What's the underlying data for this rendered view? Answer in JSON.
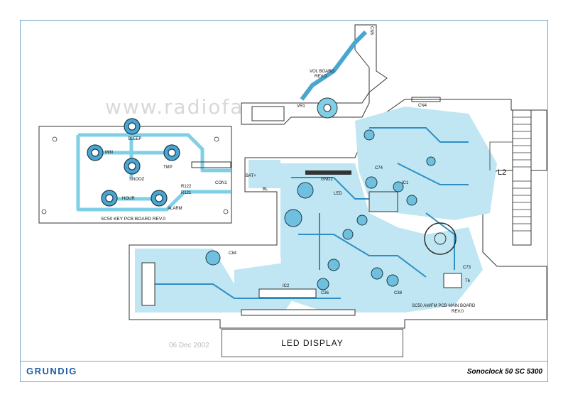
{
  "footer": {
    "brand": "GRUNDIG",
    "model": "Sonoclock 50 SC 5300"
  },
  "watermark": "www.radiofans.cn",
  "date_stamp": "06 Dec 2002",
  "led_display": "LED DISPLAY",
  "labels": {
    "l2": "L2",
    "key_board": "SC50 KEY PCB BOARD   REV.0",
    "main_board_line1": "SC50 AM/FM PCB MAIN BOARD",
    "main_board_line2": "REV.0",
    "vol_board_line1": "VOL BOARD",
    "vol_board_line2": "REV.0",
    "sleep": "SLEEP",
    "min": "MIN",
    "tmp": "TMP",
    "snooz": "SNOOZ",
    "hour": "HOUR",
    "alarm": "ALARM",
    "con1": "CON1",
    "r122": "R122",
    "r121": "R121",
    "vr1": "VR1",
    "cn4": "CN4",
    "cn5": "CN5",
    "gnd2": "GND2",
    "led": "LED",
    "ic1": "IC1",
    "ic2": "IC2",
    "bat": "BAT+",
    "bl": "BL",
    "c84": "C84",
    "c74": "C74",
    "c73": "C73",
    "t6": "T6",
    "c36": "C36",
    "c38": "C38"
  }
}
